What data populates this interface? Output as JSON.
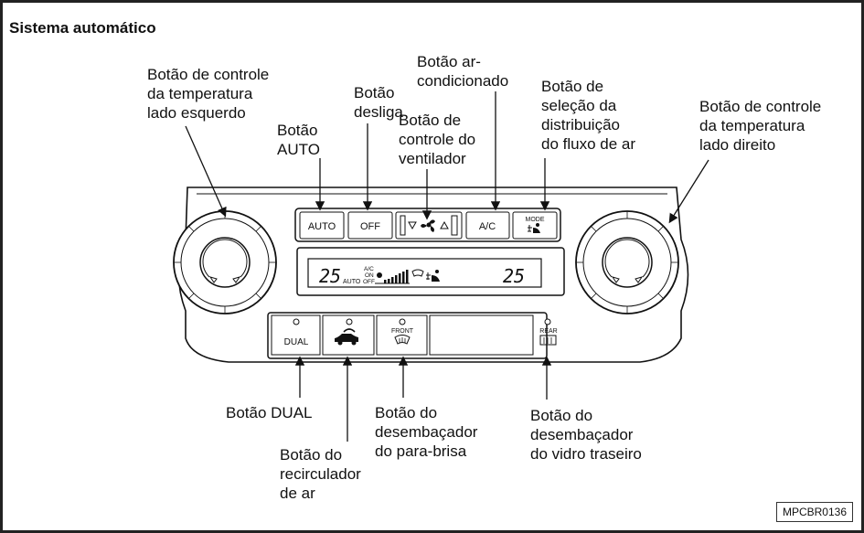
{
  "title": "Sistema automático",
  "labels": {
    "temp_left": "Botão de controle\nda temperatura\nlado esquerdo",
    "auto": "Botão\nAUTO",
    "off": "Botão\ndesliga",
    "fan": "Botão de\ncontrole do\nventilador",
    "ac": "Botão ar-\ncondicionado",
    "mode": "Botão de\nseleção da\ndistribuição\ndo fluxo de ar",
    "temp_right": "Botão de controle\nda temperatura\nlado direito",
    "dual": "Botão DUAL",
    "recirc": "Botão do\nrecirculador\nde ar",
    "front_defrost": "Botão do\ndesembaçador\ndo para-brisa",
    "rear_defrost": "Botão do\ndesembaçador\ndo vidro traseiro"
  },
  "panel": {
    "auto_btn": "AUTO",
    "off_btn": "OFF",
    "ac_btn": "A/C",
    "mode_btn": "MODE",
    "dual_btn": "DUAL",
    "front_btn": "FRONT",
    "rear_btn": "REAR"
  },
  "display": {
    "temp_left": "25",
    "auto": "AUTO",
    "ac": "A/C",
    "on": "ON",
    "off": "OFF",
    "temp_right": "25"
  },
  "figure_code": "MPCBR0136"
}
